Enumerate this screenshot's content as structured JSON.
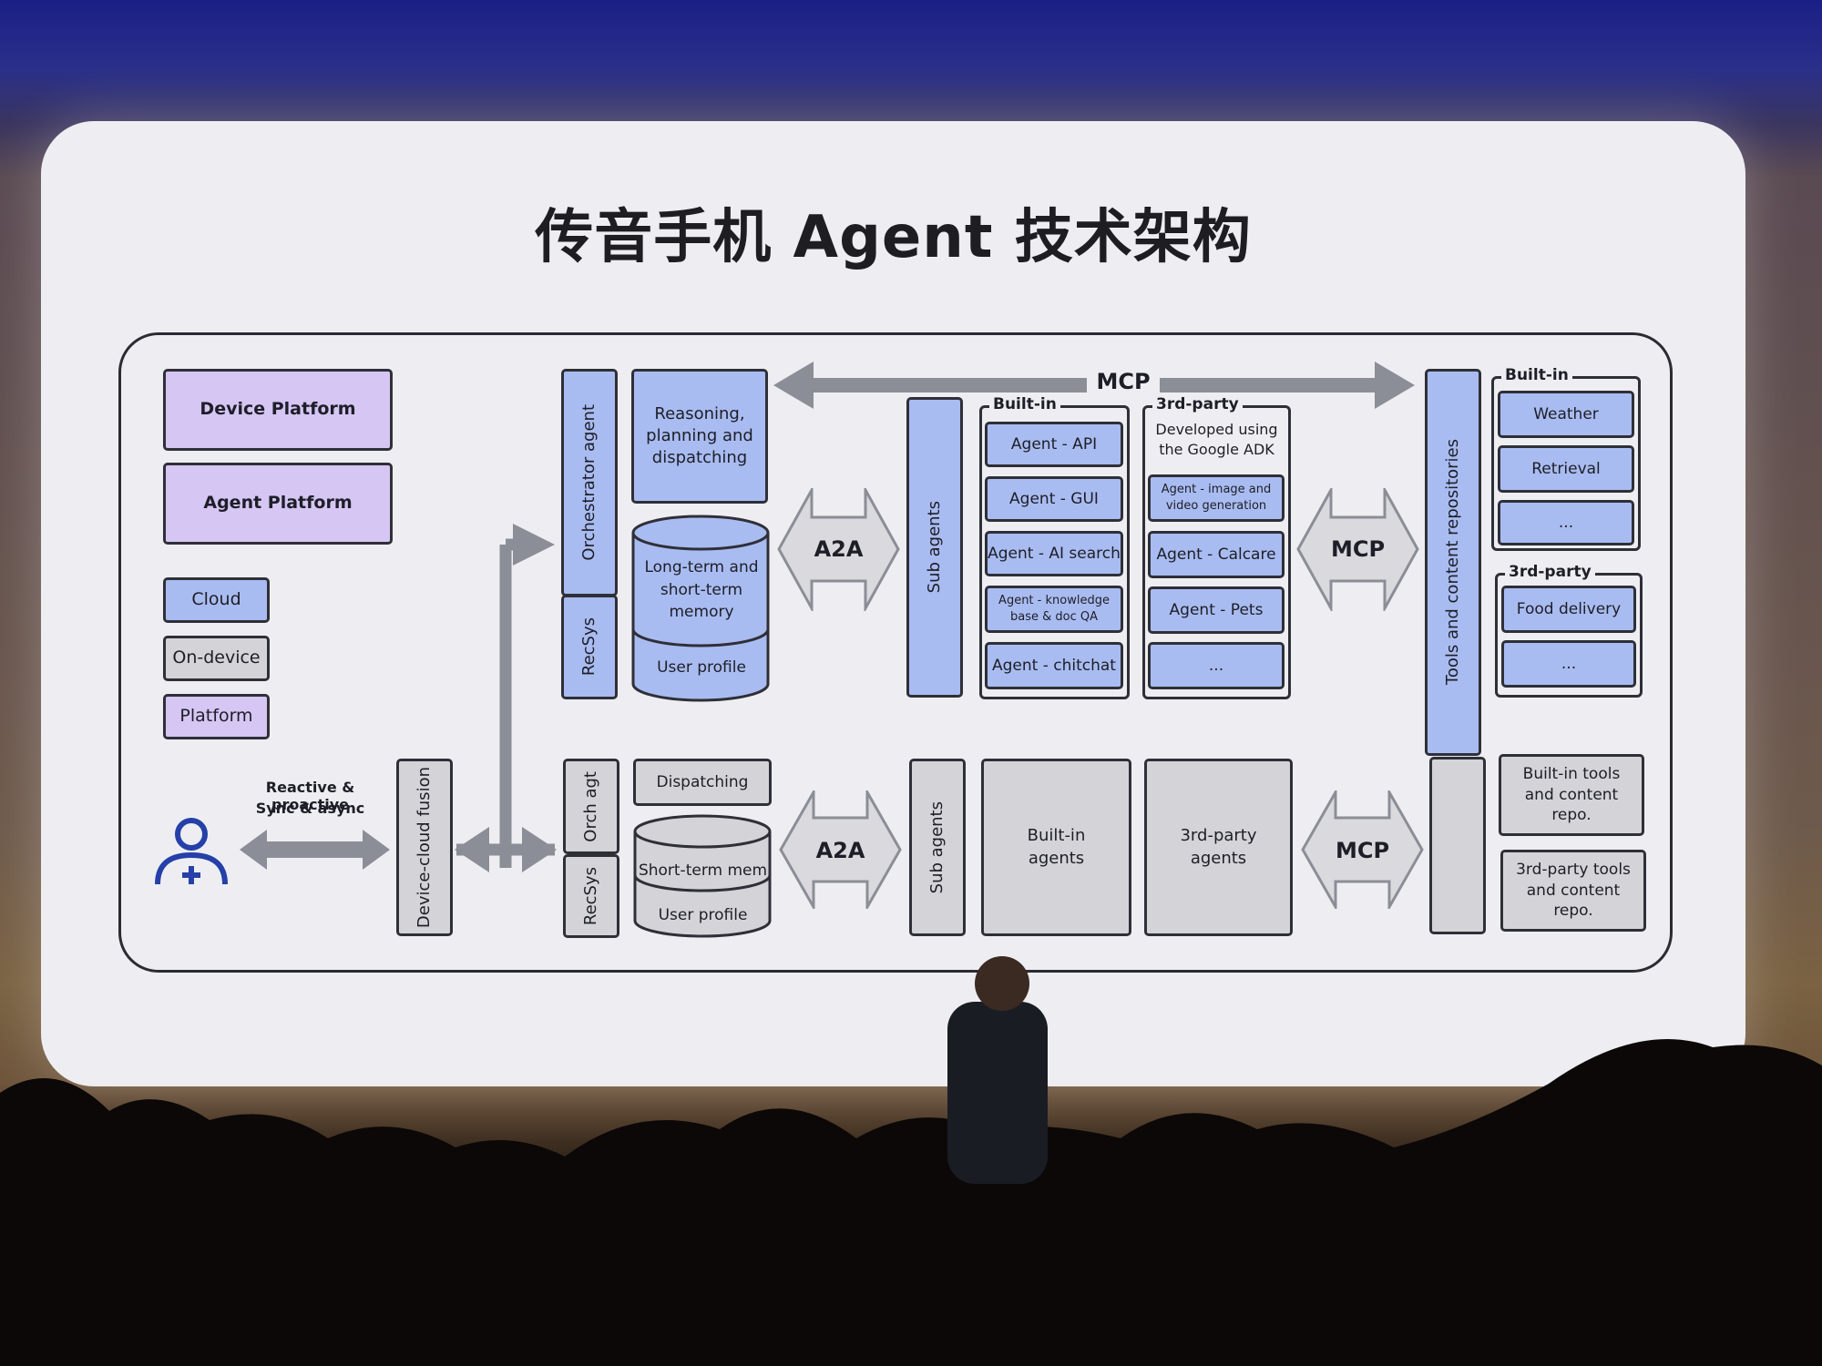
{
  "title": "传音手机 Agent 技术架构",
  "colors": {
    "cloud": "#a9bcf1",
    "platform": "#d6c6f3",
    "on_device": "#d4d4d8",
    "protocol_label": "#d81f26"
  },
  "legend": {
    "device_platform": "Device Platform",
    "agent_platform": "Agent Platform",
    "cloud": "Cloud",
    "on_device": "On-device",
    "platform": "Platform"
  },
  "user": {
    "icon": "user-add-icon",
    "line1": "Reactive & proactive",
    "line2": "Sync & async"
  },
  "fusion": "Device-cloud fusion",
  "cloud_row": {
    "orchestrator": "Orchestrator agent",
    "recsys": "RecSys",
    "reasoning": "Reasoning, planning and dispatching",
    "memory": "Long-term and short-term memory",
    "user_profile": "User profile",
    "a2a": "A2A",
    "sub_agents": "Sub agents",
    "builtin_label": "Built-in",
    "builtin_agents": [
      "Agent - API",
      "Agent - GUI",
      "Agent - AI search",
      "Agent - knowledge base & doc QA",
      "Agent - chitchat"
    ],
    "thirdparty_label": "3rd-party",
    "thirdparty_desc": "Developed using the Google ADK",
    "thirdparty_agents": [
      "Agent - image and video generation",
      "Agent - Calcare",
      "Agent - Pets",
      "..."
    ],
    "mcp": "MCP"
  },
  "mcp_top": "MCP",
  "tools": {
    "repo_label": "Tools and content repositories",
    "builtin_label": "Built-in",
    "builtin_items": [
      "Weather",
      "Retrieval",
      "..."
    ],
    "thirdparty_label": "3rd-party",
    "thirdparty_items": [
      "Food delivery",
      "..."
    ],
    "builtin_repo": "Built-in tools and content repo.",
    "thirdparty_repo": "3rd-party tools and content repo."
  },
  "device_row": {
    "orch": "Orch agt",
    "recsys": "RecSys",
    "dispatching": "Dispatching",
    "short_term": "Short-term mem",
    "user_profile": "User profile",
    "a2a": "A2A",
    "sub_agents": "Sub agents",
    "builtin_agents": "Built-in agents",
    "thirdparty_agents": "3rd-party agents",
    "mcp": "MCP"
  }
}
